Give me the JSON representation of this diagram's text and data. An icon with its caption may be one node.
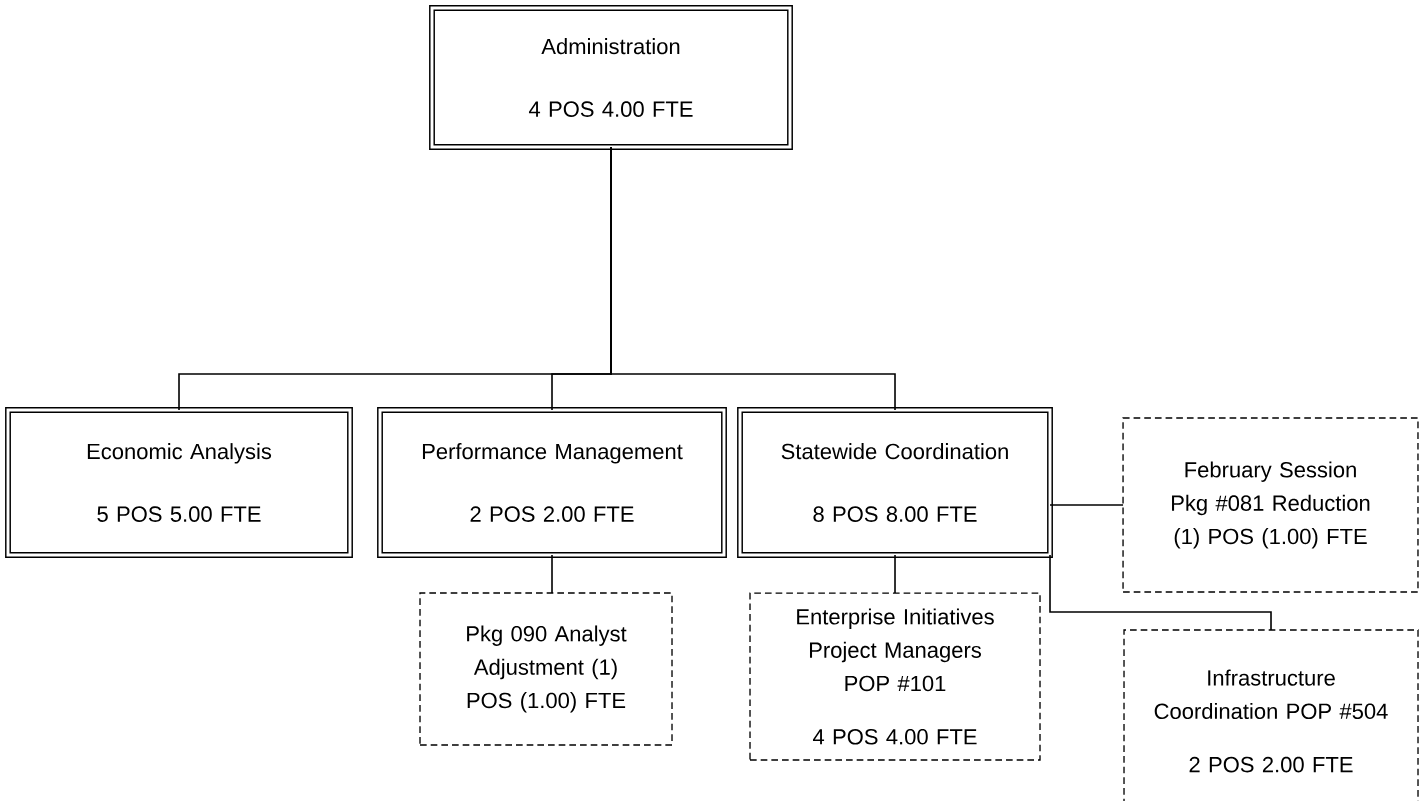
{
  "diagram": {
    "nodes": [
      {
        "text": [
          "Administration",
          "4 POS 4.00 FTE"
        ]
      },
      {
        "text": [
          "Economic Analysis",
          "5 POS 5.00 FTE"
        ]
      },
      {
        "text": [
          "Performance Management",
          "2 POS 2.00 FTE"
        ]
      },
      {
        "text": [
          "Statewide Coordination",
          "8 POS 8.00 FTE"
        ]
      },
      {
        "text": [
          "Pkg 090 Analyst Adjustment (1) POS (1.00) FTE"
        ]
      },
      {
        "text": [
          "Enterprise Initiatives Project Managers POP #101",
          "4 POS 4.00 FTE"
        ]
      },
      {
        "text": [
          "February Session Pkg #081 Reduction (1) POS (1.00) FTE"
        ]
      },
      {
        "text": [
          "Infrastructure Coordination POP #504",
          "2 POS 2.00 FTE"
        ]
      }
    ],
    "edges": [
      {
        "from": 0,
        "to": 1,
        "arrow": "none"
      },
      {
        "from": 0,
        "to": 2,
        "arrow": "none"
      },
      {
        "from": 0,
        "to": 3,
        "arrow": "none"
      },
      {
        "from": 2,
        "to": 4,
        "arrow": "none"
      },
      {
        "from": 3,
        "to": 5,
        "arrow": "none"
      },
      {
        "from": 3,
        "to": 6,
        "arrow": "none"
      },
      {
        "from": 3,
        "to": 7,
        "arrow": "none"
      }
    ]
  }
}
